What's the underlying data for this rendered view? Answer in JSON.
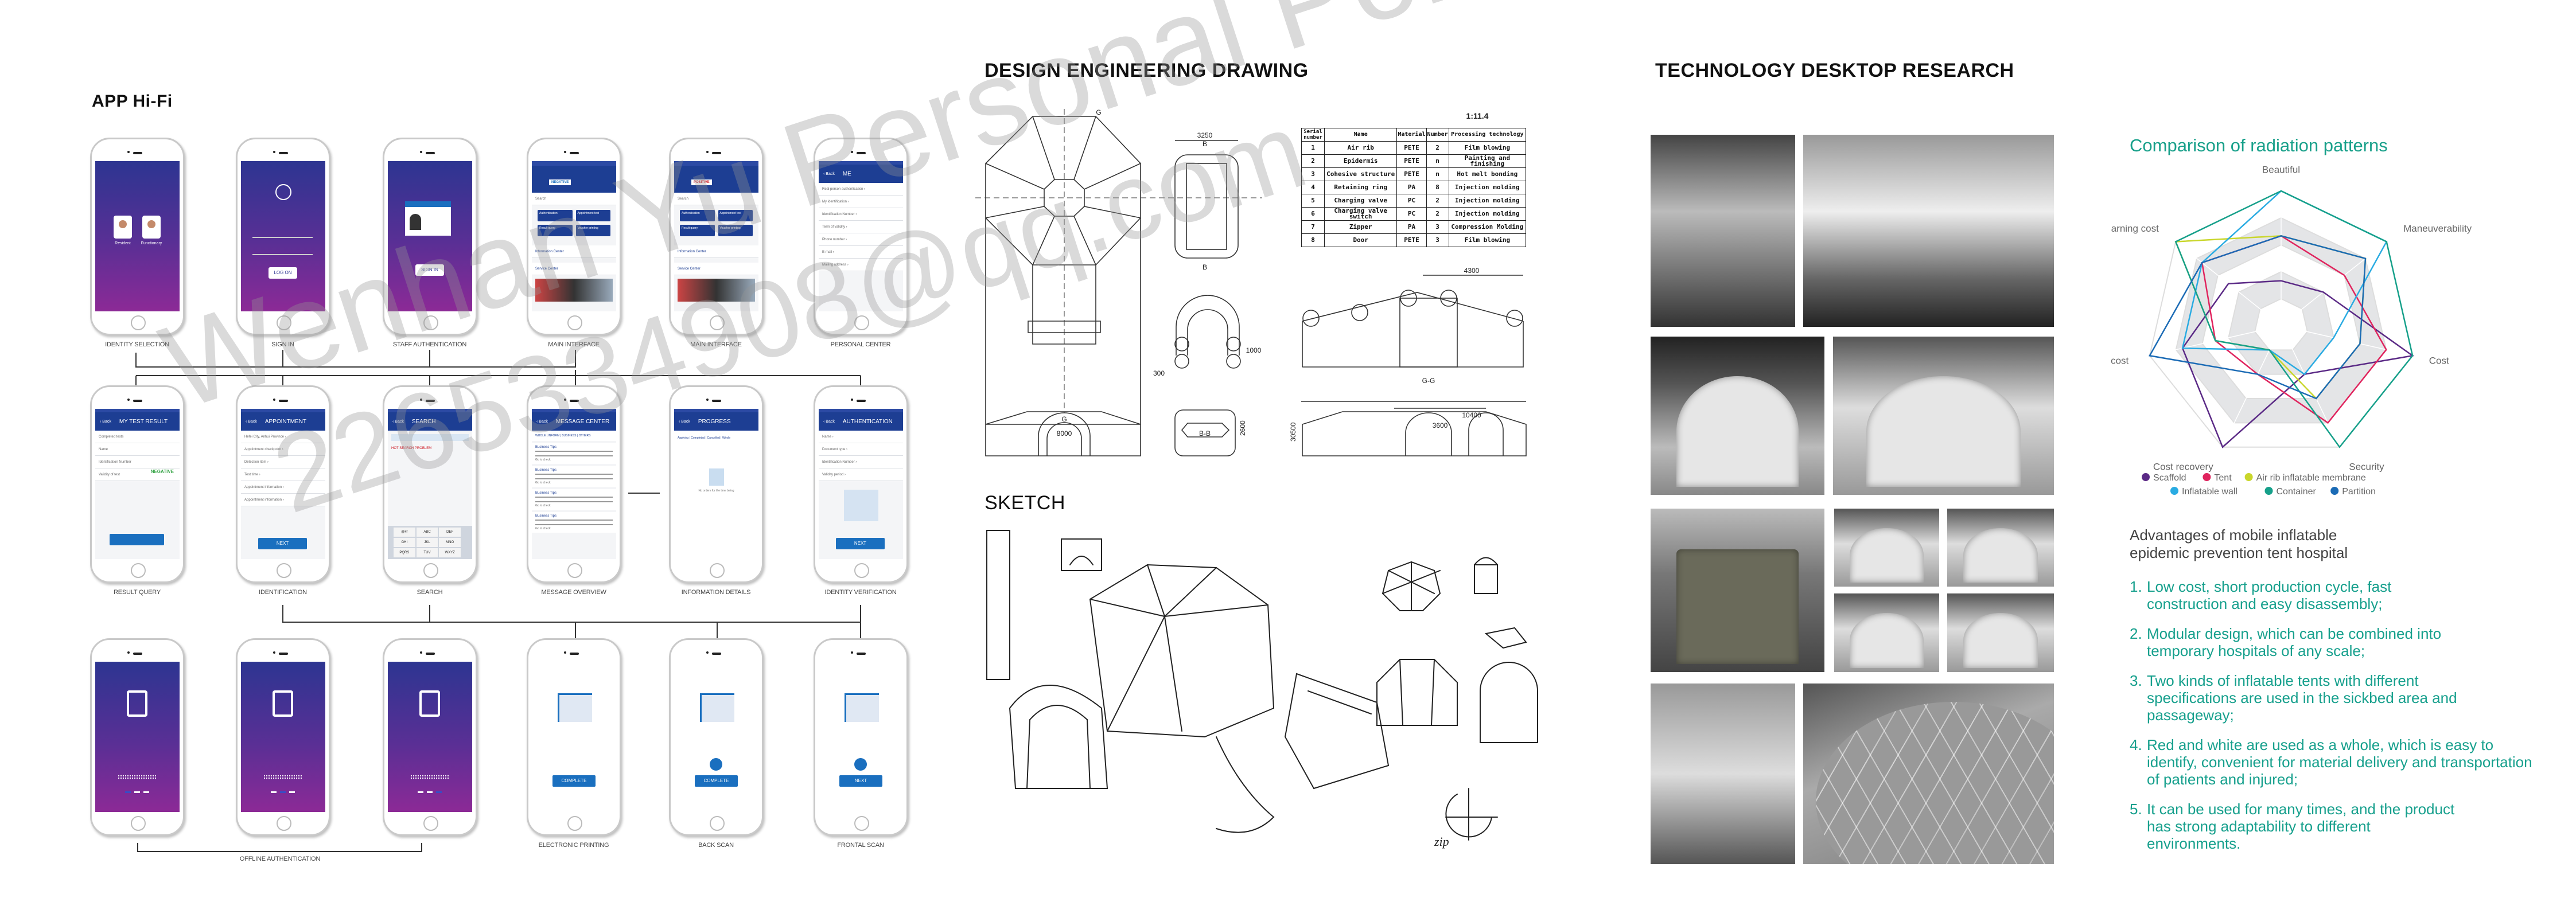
{
  "app": {
    "title": "APP  Hi-Fi",
    "offline_label": "OFFLINE AUTHENTICATION",
    "phones": [
      {
        "label": "IDENTITY SELECTION",
        "type": "identity",
        "options": [
          "Resident",
          "Functionary"
        ]
      },
      {
        "label": "SIGN IN",
        "type": "signin",
        "button": "LOG ON"
      },
      {
        "label": "STAFF AUTHENTICATION",
        "type": "staff",
        "button": "SIGN IN"
      },
      {
        "label": "MAIN INTERFACE",
        "type": "home",
        "status": "NEGATIVE",
        "search": "Search",
        "tiles": [
          "Authentication",
          "Appointment test",
          "Result query",
          "Voucher printing"
        ],
        "sections": [
          "Information Center",
          "Service Center"
        ]
      },
      {
        "label": "MAIN INTERFACE",
        "type": "home",
        "status": "POSITIVE",
        "search": "Search",
        "tiles": [
          "Authentication",
          "Appointment test",
          "Result query",
          "Voucher printing"
        ],
        "sections": [
          "Information Center",
          "Service Center"
        ]
      },
      {
        "label": "PERSONAL CENTER",
        "type": "list",
        "header": "ME",
        "back": "Back",
        "rows": [
          "Real person authentication",
          "My identification",
          "Identification Number",
          "Term of validity",
          "Phone number",
          "E-mail",
          "Mailing address"
        ]
      },
      {
        "label": "RESULT QUERY",
        "type": "result",
        "header": "MY TEST RESULT",
        "back": "Back",
        "rows": [
          "Completed tests",
          "Name",
          "Identification Number",
          "Validity of test"
        ],
        "status": "NEGATIVE"
      },
      {
        "label": "IDENTIFICATION",
        "type": "list",
        "header": "APPOINTMENT",
        "back": "Back",
        "rows": [
          "Hefei City, Anhui Province",
          "Appointment checkpoint",
          "Detection item",
          "Test time",
          "Appointment information",
          "Appointment information"
        ],
        "button": "NEXT"
      },
      {
        "label": "SEARCH",
        "type": "search",
        "header": "SEARCH",
        "back": "Back",
        "hot": "HOT SEARCH PROBLEM",
        "keys": [
          "@#/",
          "ABC",
          "DEF",
          "GHI",
          "JKL",
          "MNO",
          "PQRS",
          "TUV",
          "WXYZ"
        ]
      },
      {
        "label": "MESSAGE OVERVIEW",
        "type": "message",
        "header": "MESSAGE CENTER",
        "back": "Back",
        "tabs": "WHOLE | INFORM | BUSINESS | OTHERS",
        "item": "Business Tips",
        "link": "Go to check"
      },
      {
        "label": "INFORMATION DETAILS",
        "type": "progress",
        "header": "PROGRESS",
        "back": "Back",
        "tabs": "Applying | Completed | Cancelled | Whole",
        "empty": "No orders for the time being"
      },
      {
        "label": "IDENTITY VERIFICATION",
        "type": "list",
        "header": "AUTHENTICATION",
        "back": "Back",
        "rows": [
          "Name",
          "Document type",
          "Identification Number",
          "Validity period"
        ],
        "button": "NEXT",
        "card": true
      },
      {
        "label": "",
        "type": "offline",
        "icon": "id-phone-icon",
        "dots": 0
      },
      {
        "label": "",
        "type": "offline",
        "icon": "house-clock-icon",
        "dots": 1
      },
      {
        "label": "",
        "type": "offline",
        "icon": "printer-icon",
        "dots": 2
      },
      {
        "label": "ELECTRONIC PRINTING",
        "type": "scan",
        "icon": "barcode-icon",
        "button": "COMPLETE"
      },
      {
        "label": "BACK SCAN",
        "type": "scan",
        "icon": "id-card-back-icon",
        "button": "COMPLETE",
        "camera": true
      },
      {
        "label": "FRONTAL SCAN",
        "type": "scan",
        "icon": "id-card-front-icon",
        "button": "NEXT",
        "camera": true
      }
    ]
  },
  "drawing": {
    "title": "DESIGN ENGINEERING DRAWING",
    "scale": "1:11.4",
    "dims": [
      "3250",
      "B",
      "B",
      "G",
      "G",
      "8000",
      "300",
      "1000",
      "B-B",
      "4300",
      "G-G",
      "10400",
      "3600",
      "2600",
      "30500"
    ],
    "table": {
      "headers": [
        "Serial number",
        "Name",
        "Material",
        "Number",
        "Processing technology"
      ],
      "rows": [
        [
          "1",
          "Air rib",
          "PETE",
          "2",
          "Film blowing"
        ],
        [
          "2",
          "Epidermis",
          "PETE",
          "n",
          "Painting and finishing"
        ],
        [
          "3",
          "Cohesive structure",
          "PETE",
          "n",
          "Hot melt bonding"
        ],
        [
          "4",
          "Retaining ring",
          "PA",
          "8",
          "Injection molding"
        ],
        [
          "5",
          "Charging valve",
          "PC",
          "2",
          "Injection molding"
        ],
        [
          "6",
          "Charging valve switch",
          "PC",
          "2",
          "Injection molding"
        ],
        [
          "7",
          "Zipper",
          "PA",
          "3",
          "Compression Molding"
        ],
        [
          "8",
          "Door",
          "PETE",
          "3",
          "Film blowing"
        ]
      ]
    }
  },
  "sketch": {
    "title": "SKETCH",
    "note": "zip"
  },
  "research": {
    "title": "TECHNOLOGY DESKTOP RESEARCH"
  },
  "chart_data": {
    "type": "radar",
    "title": "Comparison of radiation patterns",
    "axes": [
      "Beautiful",
      "Maneuverability",
      "Cost",
      "Security",
      "Cost recovery",
      "Disinfection cost",
      "Personnel learning cost"
    ],
    "axis_max": [
      3,
      5,
      5,
      5,
      5,
      4,
      4
    ],
    "legend_position": "bottom",
    "series": [
      {
        "name": "Scaffold",
        "color": "#5b2a86",
        "values": [
          1,
          2,
          5,
          2,
          5,
          3,
          2
        ]
      },
      {
        "name": "Tent",
        "color": "#e0245e",
        "values": [
          2,
          3,
          4,
          4,
          2,
          2,
          3
        ]
      },
      {
        "name": "Air rib inflatable membrane",
        "color": "#c9d62b",
        "values": [
          2,
          4,
          3,
          3,
          1,
          2,
          4
        ]
      },
      {
        "name": "Inflatable wall",
        "color": "#29abe2",
        "values": [
          3,
          5,
          2,
          2,
          1,
          3,
          3
        ]
      },
      {
        "name": "Container",
        "color": "#16a08a",
        "values": [
          3,
          5,
          5,
          5,
          1,
          2,
          4
        ]
      },
      {
        "name": "Partition",
        "color": "#1b6bb5",
        "values": [
          2,
          4,
          3,
          3,
          2,
          4,
          3
        ]
      }
    ]
  },
  "advantages": {
    "heading_line1": "Advantages of mobile inflatable",
    "heading_line2": "epidemic prevention tent hospital",
    "items": [
      {
        "num": "1.",
        "text": "Low cost, short production cycle, fast construction and easy disassembly;"
      },
      {
        "num": "2.",
        "text": "Modular design, which can be combined into temporary hospitals of any scale;"
      },
      {
        "num": "3.",
        "text": "Two kinds of inflatable tents with different specifications are used in the sickbed area and passageway;"
      },
      {
        "num": "4.",
        "text": "Red and white are used as a whole, which is easy to identify, convenient for material delivery and transportation of patients and injured;"
      },
      {
        "num": "5.",
        "text": "It can be used for many times, and the product has strong adaptability to different environments."
      }
    ]
  },
  "watermark": {
    "line1": "Wenhan Yu Personal Portfolio",
    "line2": "2265334908@qq.com"
  }
}
